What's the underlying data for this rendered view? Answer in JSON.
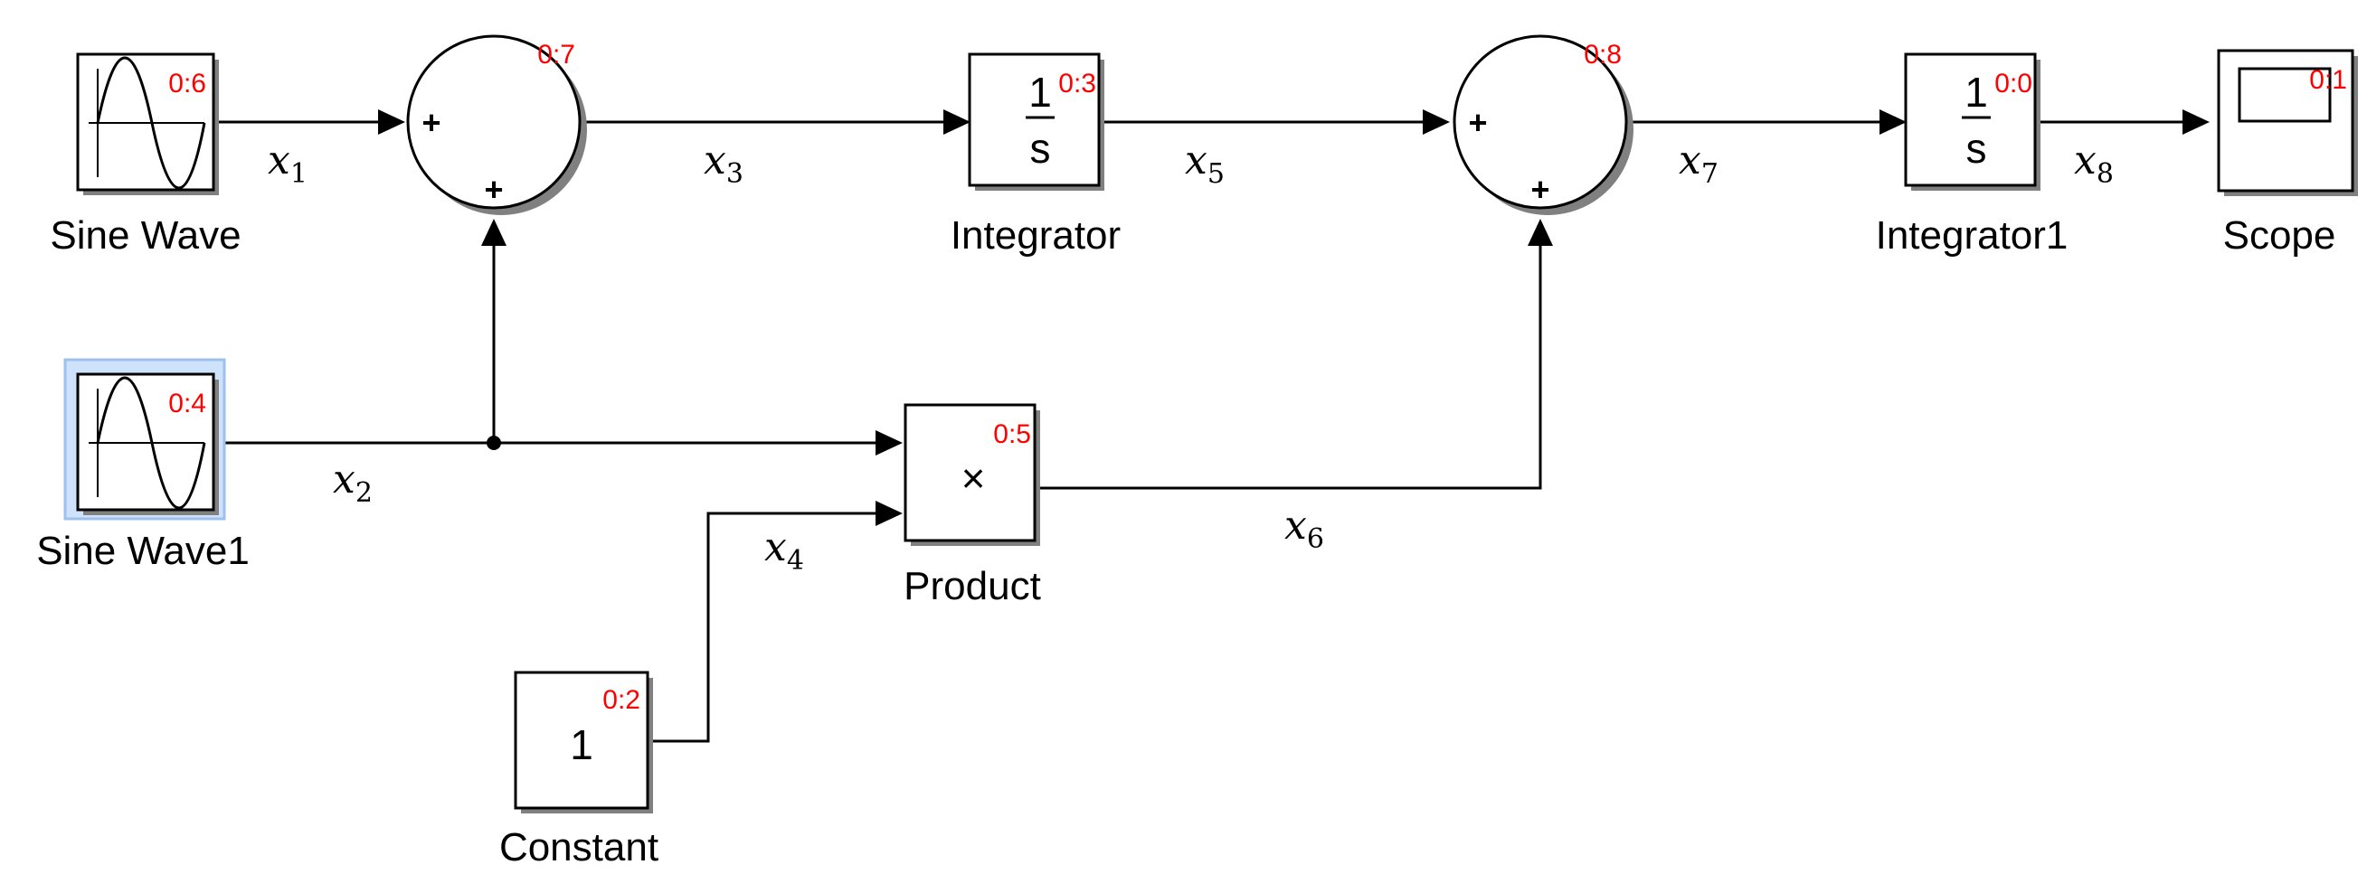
{
  "blocks": {
    "sine_wave": {
      "label": "Sine Wave",
      "sample_time": "0:6"
    },
    "sine_wave1": {
      "label": "Sine Wave1",
      "sample_time": "0:4"
    },
    "sum1": {
      "sample_time": "0:7",
      "sign_left": "+",
      "sign_bottom": "+"
    },
    "sum2": {
      "sample_time": "0:8",
      "sign_left": "+",
      "sign_bottom": "+"
    },
    "integrator": {
      "label": "Integrator",
      "sample_time": "0:3",
      "numerator": "1",
      "denominator": "s"
    },
    "integrator1": {
      "label": "Integrator1",
      "sample_time": "0:0",
      "numerator": "1",
      "denominator": "s"
    },
    "scope": {
      "label": "Scope",
      "sample_time": "0:1"
    },
    "product": {
      "label": "Product",
      "sample_time": "0:5",
      "symbol": "×"
    },
    "constant": {
      "label": "Constant",
      "sample_time": "0:2",
      "value": "1"
    }
  },
  "signals": {
    "x1": {
      "base": "x",
      "sub": "1"
    },
    "x2": {
      "base": "x",
      "sub": "2"
    },
    "x3": {
      "base": "x",
      "sub": "3"
    },
    "x4": {
      "base": "x",
      "sub": "4"
    },
    "x5": {
      "base": "x",
      "sub": "5"
    },
    "x6": {
      "base": "x",
      "sub": "6"
    },
    "x7": {
      "base": "x",
      "sub": "7"
    },
    "x8": {
      "base": "x",
      "sub": "8"
    }
  },
  "colors": {
    "sample_time": "#ff0000",
    "selection": "#cfe2fb",
    "line": "#000000"
  },
  "selected_block": "sine_wave1"
}
